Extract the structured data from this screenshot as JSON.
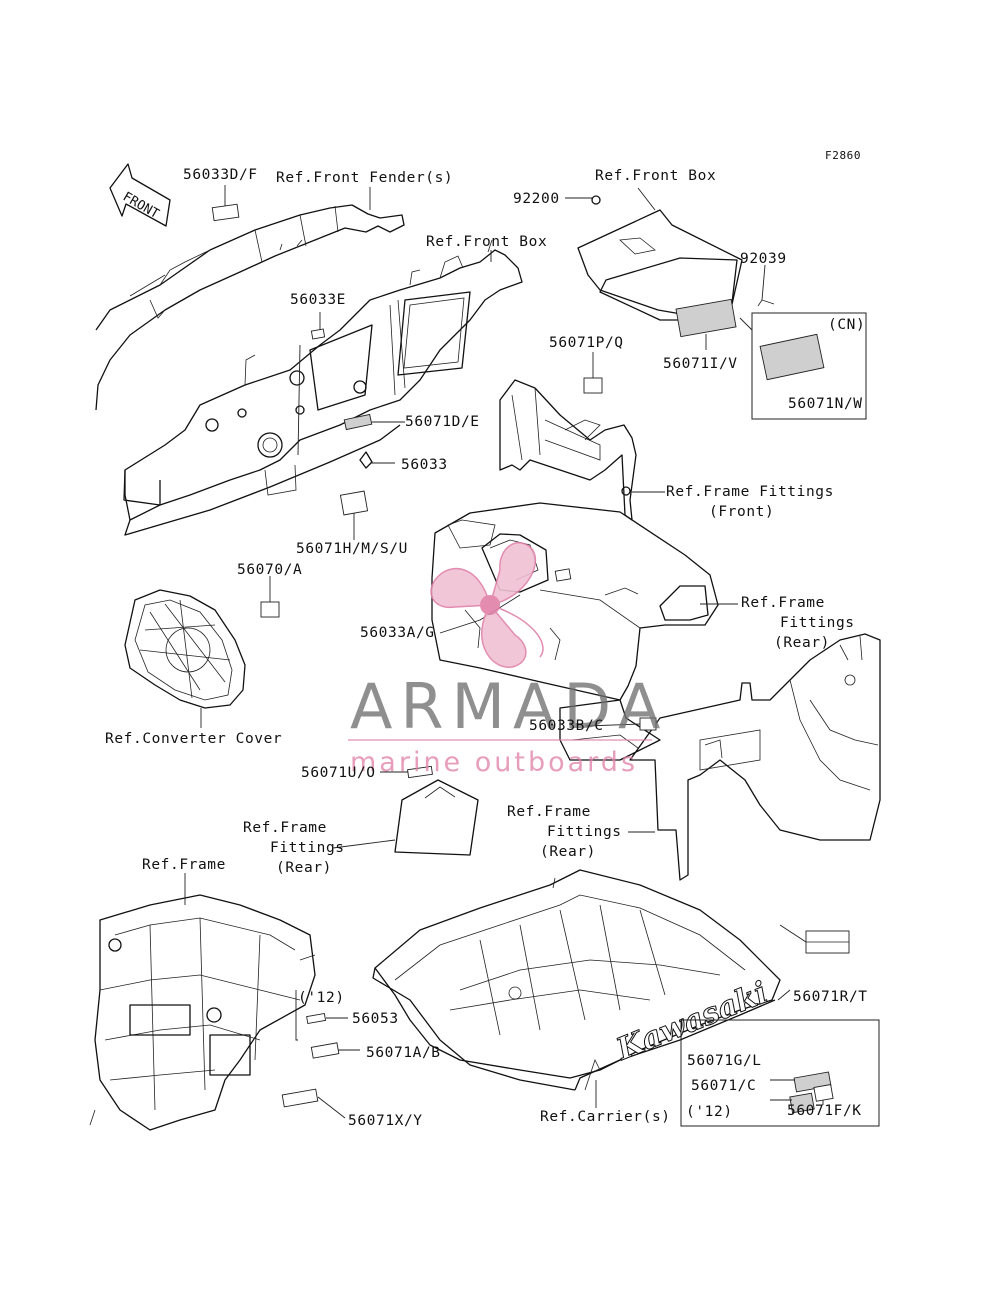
{
  "figure_code": "F2860",
  "labels": {
    "l_56033df": "56033D/F",
    "l_ref_front_fender": "Ref.Front Fender(s)",
    "l_ref_front_box_1": "Ref.Front Box",
    "l_ref_front_box_2": "Ref.Front Box",
    "l_92200": "92200",
    "l_92039": "92039",
    "l_cn": "(CN)",
    "l_56033e": "56033E",
    "l_56071pq": "56071P/Q",
    "l_56071iv": "56071I/V",
    "l_56071nw": "56071N/W",
    "l_56071de": "56071D/E",
    "l_56033": "56033",
    "l_ref_frame_fittings_front_1": "Ref.Frame Fittings",
    "l_ref_frame_fittings_front_2": "(Front)",
    "l_56071hmsu": "56071H/M/S/U",
    "l_56070a": "56070/A",
    "l_ref_frame_rear_a1": "Ref.Frame",
    "l_ref_frame_rear_a2": "Fittings",
    "l_ref_frame_rear_a3": "(Rear)",
    "l_56033ag": "56033A/G",
    "l_ref_converter_cover": "Ref.Converter Cover",
    "l_56033bc": "56033B/C",
    "l_56071uo": "56071U/O",
    "l_ref_frame_rear_b1": "Ref.Frame",
    "l_ref_frame_rear_b2": "Fittings",
    "l_ref_frame_rear_b3": "(Rear)",
    "l_ref_frame_rear_c1": "Ref.Frame",
    "l_ref_frame_rear_c2": "Fittings",
    "l_ref_frame_rear_c3": "(Rear)",
    "l_ref_frame": "Ref.Frame",
    "l_56071rt": "56071R/T",
    "l_12_a": "('12)",
    "l_56053": "56053",
    "l_56071ab": "56071A/B",
    "l_56071xy": "56071X/Y",
    "l_56071gl": "56071G/L",
    "l_56071c": "56071/C",
    "l_12_b": "('12)",
    "l_56071fk": "56071F/K",
    "l_ref_carrier": "Ref.Carrier(s)"
  },
  "front_arrow_text": "FRONT",
  "carrier_brand": "Kawasaki",
  "watermark": {
    "brand": "ARMADA",
    "tagline": "marine outboards"
  },
  "colors": {
    "ink": "#111111",
    "watermark_gray": "#6e6e6e",
    "watermark_pink": "#e080a8"
  }
}
